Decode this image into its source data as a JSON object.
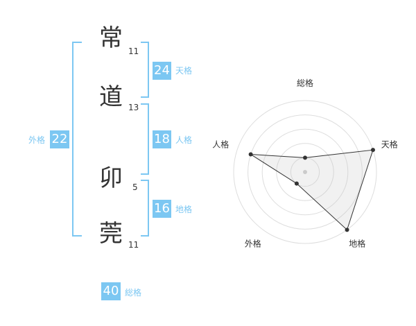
{
  "name": {
    "chars": [
      {
        "char": "常",
        "strokes": "11"
      },
      {
        "char": "道",
        "strokes": "13"
      },
      {
        "char": "卯",
        "strokes": "5"
      },
      {
        "char": "莞",
        "strokes": "11"
      }
    ]
  },
  "scores": {
    "tenkaku": {
      "value": "24",
      "label": "天格"
    },
    "jinkaku": {
      "value": "18",
      "label": "人格"
    },
    "chikaku": {
      "value": "16",
      "label": "地格"
    },
    "gaikaku": {
      "value": "22",
      "label": "外格"
    },
    "soukaku": {
      "value": "40",
      "label": "総格"
    }
  },
  "colors": {
    "accent": "#7cc7f2",
    "text": "#333333"
  },
  "chart_data": {
    "type": "radar",
    "axes": [
      "総格",
      "天格",
      "地格",
      "外格",
      "人格"
    ],
    "values": [
      0.2,
      1.0,
      1.0,
      0.2,
      0.8
    ],
    "rings": 5,
    "range": [
      0,
      1
    ]
  }
}
